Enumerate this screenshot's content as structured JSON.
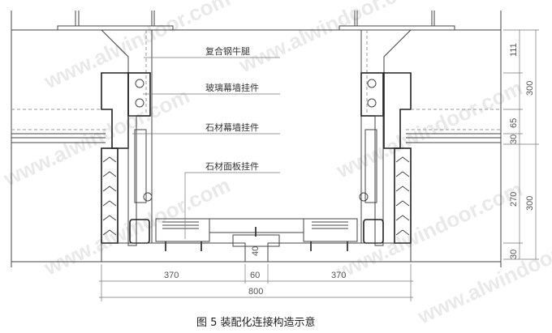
{
  "labels": {
    "steel_corbel": "复合钢牛腿",
    "glass_hanger": "玻璃幕墙挂件",
    "stone_wall_hanger": "石材幕墙挂件",
    "stone_panel_hanger": "石材面板挂件"
  },
  "dimensions": {
    "bottom": [
      "370",
      "60",
      "370"
    ],
    "bottom_total": "800",
    "gap": "40",
    "right_inner": [
      "111",
      "65",
      "30",
      "270",
      "30"
    ],
    "right_outer": [
      "300",
      "300"
    ]
  },
  "caption": "图 5  装配化连接构造示意",
  "watermark": "www.alwindoor.com"
}
